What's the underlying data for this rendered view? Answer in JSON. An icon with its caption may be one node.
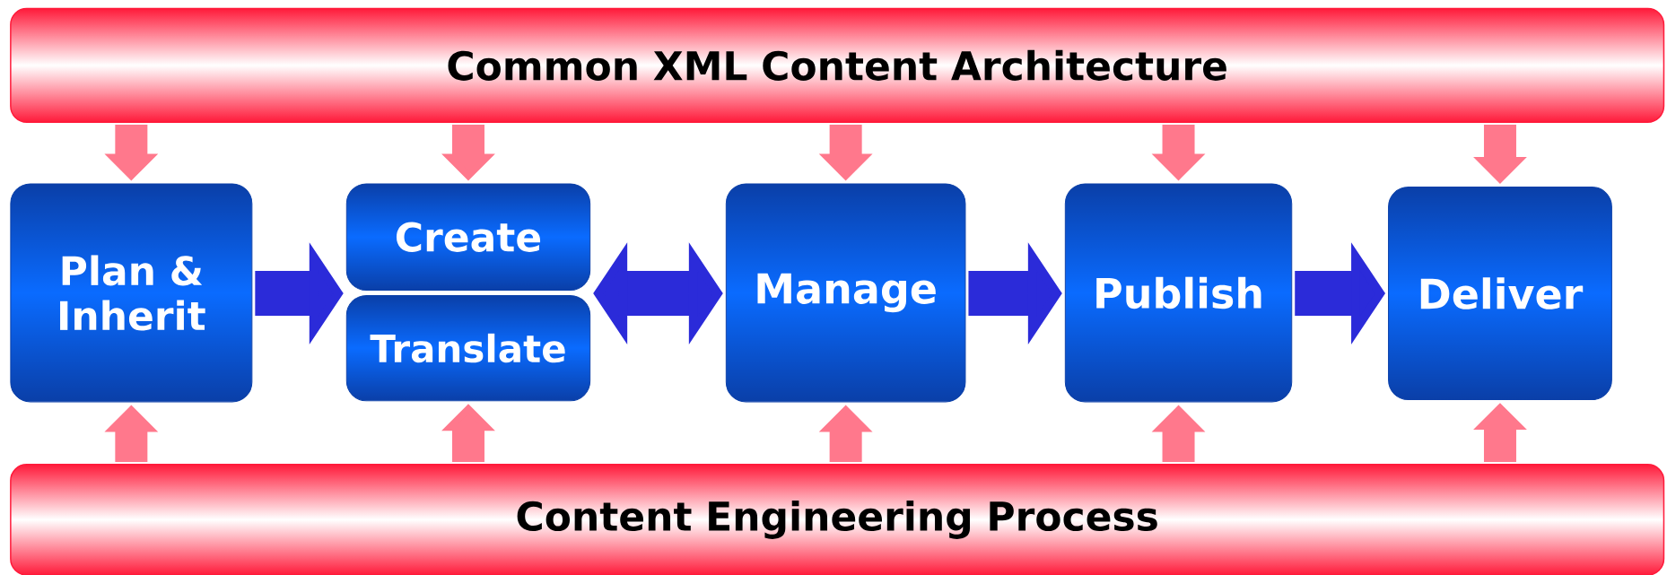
{
  "diagram": {
    "nodes": [
      {
        "text": [
          "Common XML Content Architecture"
        ]
      },
      {
        "text": [
          "Plan & Inherit"
        ]
      },
      {
        "text": [
          "Create"
        ]
      },
      {
        "text": [
          "Translate"
        ]
      },
      {
        "text": [
          "Manage"
        ]
      },
      {
        "text": [
          "Publish"
        ]
      },
      {
        "text": [
          "Deliver"
        ]
      },
      {
        "text": [
          "Content Engineering Process"
        ]
      }
    ],
    "edges": [
      {
        "from": 0,
        "to": 1,
        "arrow": "to"
      },
      {
        "from": 0,
        "to": 2,
        "arrow": "to"
      },
      {
        "from": 0,
        "to": 4,
        "arrow": "to"
      },
      {
        "from": 0,
        "to": 5,
        "arrow": "to"
      },
      {
        "from": 0,
        "to": 6,
        "arrow": "to"
      },
      {
        "from": 7,
        "to": 1,
        "arrow": "to"
      },
      {
        "from": 7,
        "to": 3,
        "arrow": "to"
      },
      {
        "from": 7,
        "to": 4,
        "arrow": "to"
      },
      {
        "from": 7,
        "to": 5,
        "arrow": "to"
      },
      {
        "from": 7,
        "to": 6,
        "arrow": "to"
      },
      {
        "from": 1,
        "to": 2,
        "arrow": "to",
        "color": "#2b2bd9"
      },
      {
        "from": 2,
        "to": 4,
        "arrow": "both",
        "color": "#2b2bd9"
      },
      {
        "from": 4,
        "to": 5,
        "arrow": "to",
        "color": "#2b2bd9"
      },
      {
        "from": 5,
        "to": 6,
        "arrow": "to",
        "color": "#2b2bd9"
      }
    ]
  }
}
